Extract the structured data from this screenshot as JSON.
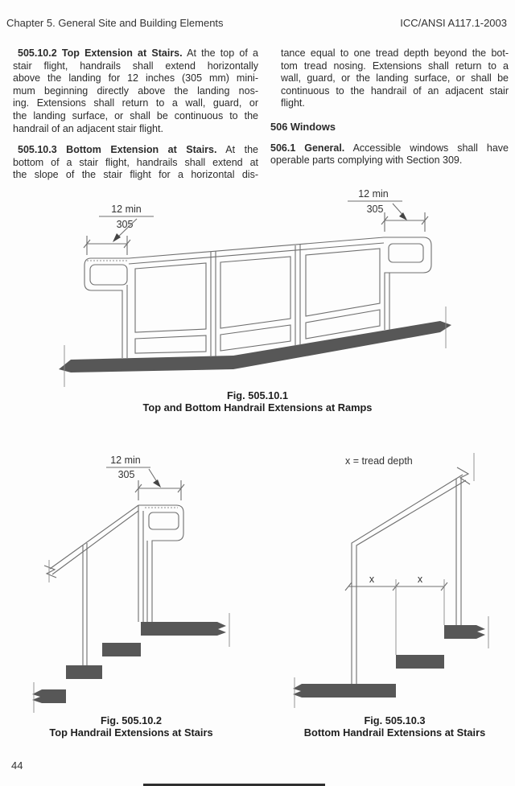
{
  "header": {
    "left": "Chapter 5. General Site and Building Elements",
    "right": "ICC/ANSI A117.1-2003"
  },
  "text": {
    "left": {
      "p1": {
        "lead": "505.10.2 Top Extension at Stairs.",
        "l1rest": " At the top of a",
        "lines": [
          "stair flight, handrails shall extend horizontally",
          "above the landing for 12 inches (305 mm) mini-",
          "mum beginning directly above the landing nos-",
          "ing. Extensions shall return to a wall, guard, or",
          "the landing surface, or shall be continuous to the",
          "handrail of an adjacent stair flight."
        ]
      },
      "p2": {
        "lead": "505.10.3 Bottom Extension at Stairs.",
        "l1rest": " At the",
        "lines": [
          "bottom of a stair flight, handrails shall extend at",
          "the slope of the stair flight for a horizontal dis-"
        ]
      }
    },
    "right": {
      "p1": {
        "lines": [
          "tance equal to one tread depth beyond the bot-",
          "tom tread nosing. Extensions shall return to a",
          "wall, guard, or the landing surface, or shall be",
          "continuous to the handrail of an adjacent stair",
          "flight."
        ]
      },
      "h506": "506 Windows",
      "p2": {
        "lead": "506.1 General.",
        "l1rest": " Accessible windows shall have",
        "lines": [
          "operable parts complying with Section 309."
        ]
      }
    }
  },
  "figures": {
    "fig1": {
      "dim_left_top": "12 min",
      "dim_left_bottom": "305",
      "dim_right_top": "12 min",
      "dim_right_bottom": "305",
      "caption_line1": "Fig. 505.10.1",
      "caption_line2": "Top and Bottom Handrail Extensions at Ramps"
    },
    "fig2": {
      "dim_top": "12 min",
      "dim_bottom": "305",
      "caption_line1": "Fig. 505.10.2",
      "caption_line2": "Top Handrail Extensions at Stairs"
    },
    "fig3": {
      "legend": "x = tread depth",
      "dim_label_1": "x",
      "dim_label_2": "x",
      "caption_line1": "Fig. 505.10.3",
      "caption_line2": "Bottom Handrail Extensions at Stairs"
    }
  },
  "footer": {
    "page_number": "44"
  },
  "colors": {
    "line": "#6f6f6f",
    "dark_fill": "#575757",
    "text": "#2b2b2b"
  }
}
